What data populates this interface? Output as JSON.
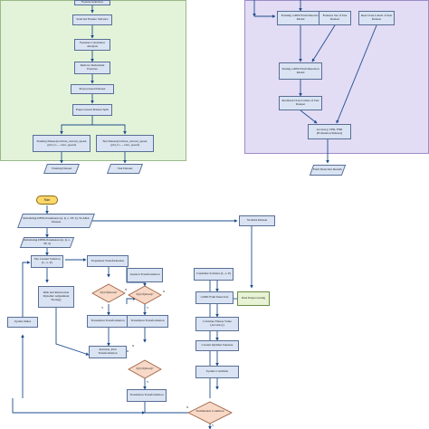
{
  "training_flow": {
    "feature_selection": "Feature Selection",
    "extend_feature_variance": "Selected Feature Variance",
    "feature_correlation": "Features Correlation Analysis",
    "remove_redundant": "Remove Redundant Features",
    "preprocessed_dataset": "Preprocessed Dataset",
    "dataset_split": "Preprocessed Dataset Split",
    "training_dataset_features": "Training Dataset(cavitate_current_speed, grid_U,..., rotor_speed)",
    "test_dataset_features": "Test Dataset(cavitate_current_speed, grid_U,..., rotor_speed)",
    "training_dataset": "Training Dataset",
    "test_dataset": "Test Dataset"
  },
  "detection_flow": {
    "training_model": "Training roDNI Fault Detection Model",
    "features_test": "Features Set of Test Dataset",
    "real_class_labels": "Real Class Labels of Test Dataset",
    "tested_model": "Testing roDNI Fault Detection Model",
    "predicted_labels": "Predicted Class Labels of Test Dataset",
    "evaluation": "Accuracy, TPR, FNR (Evaluation Indexes)",
    "results": "Fault Detection Results"
  },
  "optimization_flow": {
    "start": "Start",
    "init_params": "Initializing DEFA Parameters (n, β, λ, SF, δ), SCADA Dataset",
    "init_params2": "Initializing DEFA Parameters (n, β, λ, SF, δ)",
    "scada_dataset": "SCADA Dataset",
    "current_solution": "The Current Solution (L, σ, P)",
    "expansion": "Expansion Transformation",
    "axis_transform": "Axesion Transformation",
    "candidate_solution": "Candidate Solution (L, σ, P)",
    "risk_restoration": "Risk and Restoration Dynamic Adjustment Strategy",
    "decision1": "f(x)<f(xbest)?",
    "decision2": "f(x)<f(xbest)?",
    "decision3": "f(x)<f(xbest)?",
    "translation1": "Translation Transformation",
    "translation2": "Translation Transformation",
    "translation3": "Translation Transformation",
    "rodni_detection": "roDNI Fault Detection",
    "data_preprocessing": "Data Preprocessing",
    "rotation_exit": "Rotation_Exit Transformation",
    "calc_fitness": "Calculate Fitness Value (Accuracy)",
    "current_optimal": "Current Optimal Solution",
    "update_condition": "Update Condition",
    "update_rules": "Update Rules",
    "termination": "Termination Condition",
    "yes": "Y",
    "no": "N"
  },
  "colors": {
    "green_panel": "#e3f3d9",
    "purple_panel": "#e3dcf5",
    "box_fill": "#d9e3f3",
    "start_fill": "#ffd86b",
    "decision_fill": "#f8d9c8",
    "data_fill": "#e7f3d4"
  }
}
